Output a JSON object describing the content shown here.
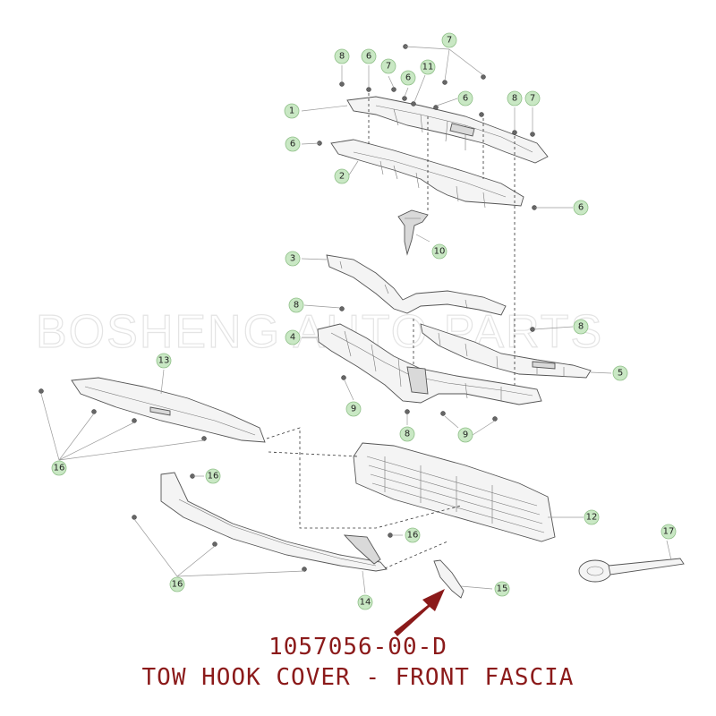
{
  "watermark": "BOSHENG AUTO PARTS",
  "part_number": "1057056-00-D",
  "part_description": "TOW HOOK COVER - FRONT FASCIA",
  "callouts": [
    "1",
    "2",
    "3",
    "4",
    "5",
    "6",
    "7",
    "8",
    "9",
    "10",
    "11",
    "12",
    "13",
    "14",
    "15",
    "16",
    "17"
  ],
  "colors": {
    "callout_fill": "#c9e8c4",
    "caption": "#8b1a1a",
    "arrow": "#8b1a1a"
  },
  "highlighted_part": "15"
}
